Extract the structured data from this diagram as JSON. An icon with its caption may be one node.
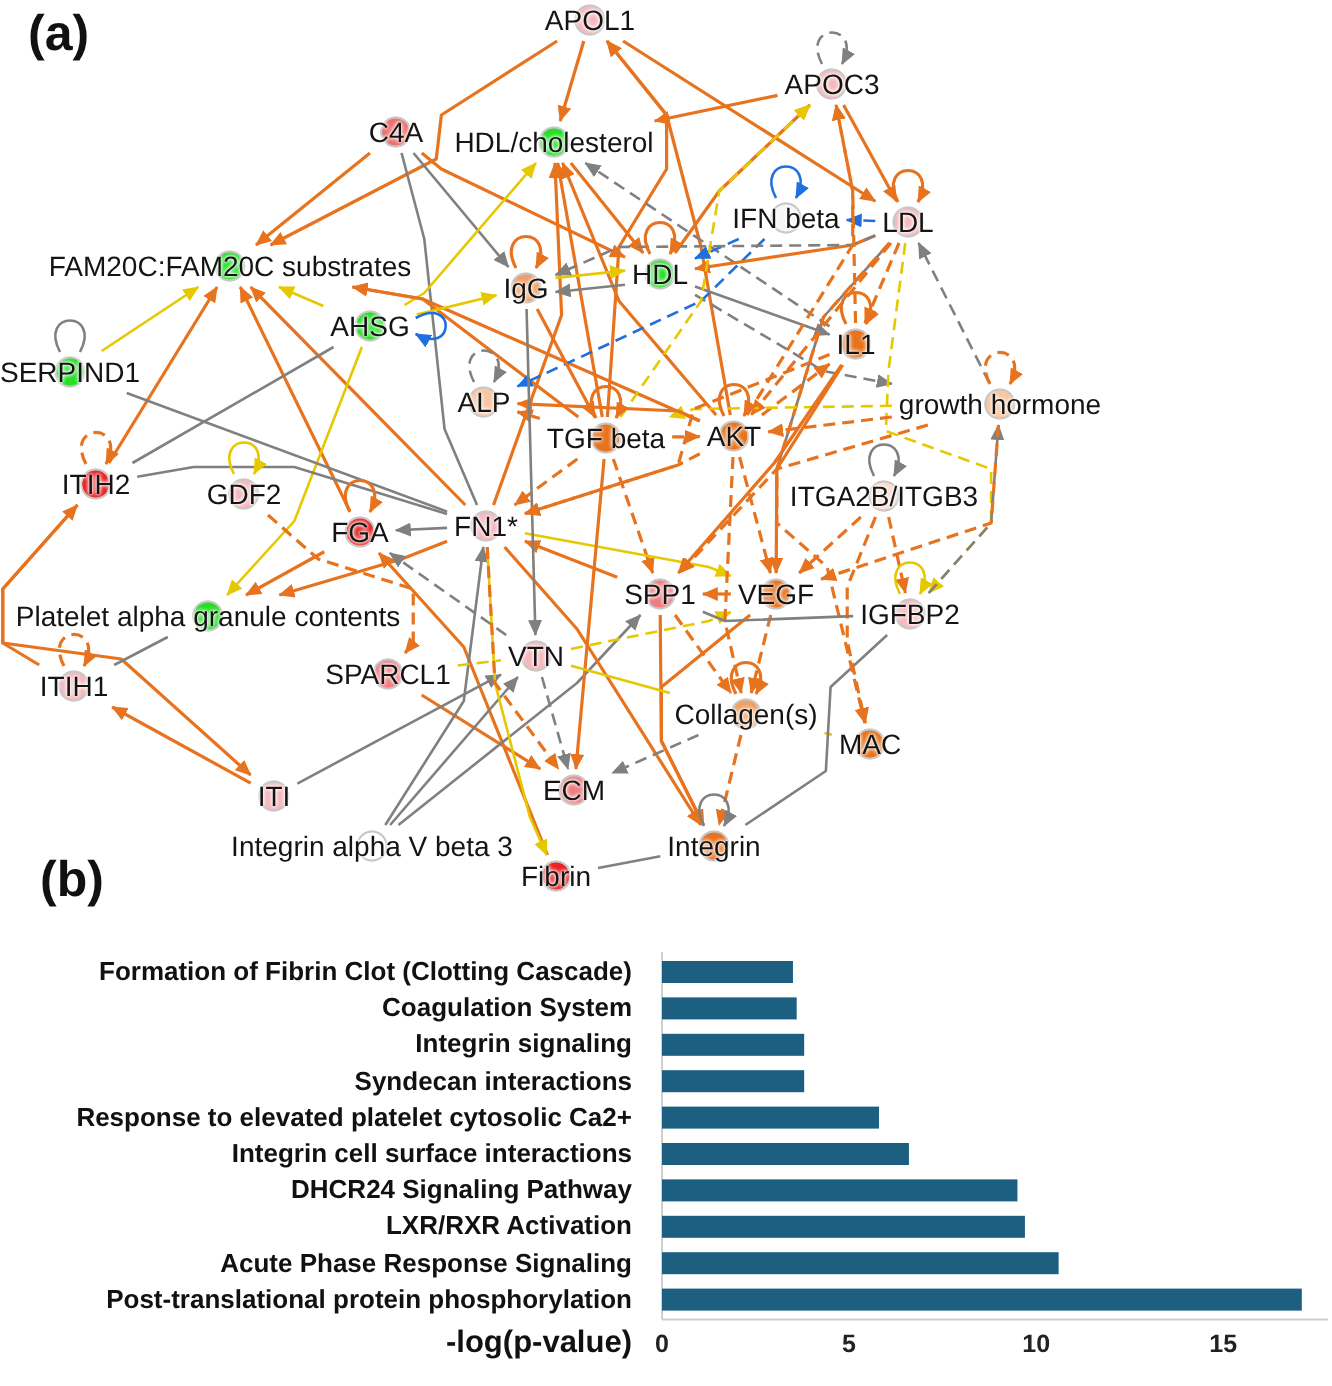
{
  "diagram": {
    "nodes": [
      {
        "text": [
          "APOL1"
        ]
      },
      {
        "text": [
          "APOC3"
        ]
      },
      {
        "text": [
          "C4A"
        ]
      },
      {
        "text": [
          "HDL/cholesterol"
        ]
      },
      {
        "text": [
          "IFN beta"
        ]
      },
      {
        "text": [
          "LDL"
        ]
      },
      {
        "text": [
          "FAM20C:FAM20C substrates"
        ]
      },
      {
        "text": [
          "IgG"
        ]
      },
      {
        "text": [
          "HDL"
        ]
      },
      {
        "text": [
          "AHSG"
        ]
      },
      {
        "text": [
          "IL1"
        ]
      },
      {
        "text": [
          "SERPIND1"
        ]
      },
      {
        "text": [
          "ALP"
        ]
      },
      {
        "text": [
          "growth hormone"
        ]
      },
      {
        "text": [
          "TGF beta"
        ]
      },
      {
        "text": [
          "AKT"
        ]
      },
      {
        "text": [
          "ITIH2"
        ]
      },
      {
        "text": [
          "GDF2"
        ]
      },
      {
        "text": [
          "ITGA2B/ITGB3"
        ]
      },
      {
        "text": [
          "FN1*"
        ]
      },
      {
        "text": [
          "FGA"
        ]
      },
      {
        "text": [
          "SPP1"
        ]
      },
      {
        "text": [
          "VEGF"
        ]
      },
      {
        "text": [
          "IGFBP2"
        ]
      },
      {
        "text": [
          "Platelet alpha granule contents"
        ]
      },
      {
        "text": [
          "VTN"
        ]
      },
      {
        "text": [
          "SPARCL1"
        ]
      },
      {
        "text": [
          "ITIH1"
        ]
      },
      {
        "text": [
          "Collagen(s)"
        ]
      },
      {
        "text": [
          "MAC"
        ]
      },
      {
        "text": [
          "ECM"
        ]
      },
      {
        "text": [
          "ITI"
        ]
      },
      {
        "text": [
          "Integrin"
        ]
      },
      {
        "text": [
          "Integrin alpha V beta 3"
        ]
      },
      {
        "text": [
          "Fibrin"
        ]
      }
    ],
    "edges": [
      {
        "from": 0,
        "to": 3,
        "arrow": "to"
      },
      {
        "from": 0,
        "to": 6,
        "arrow": "to"
      },
      {
        "from": 0,
        "to": 5,
        "arrow": "to"
      },
      {
        "from": 15,
        "to": 0,
        "arrow": "to"
      },
      {
        "from": 14,
        "to": 0,
        "arrow": "to"
      },
      {
        "from": 2,
        "to": 6,
        "arrow": "to"
      },
      {
        "from": 2,
        "to": 8,
        "arrow": "to"
      },
      {
        "from": 2,
        "to": 7,
        "arrow": "to",
        "color": "#808080"
      },
      {
        "from": 2,
        "to": 19,
        "arrow": "none",
        "color": "#808080"
      },
      {
        "from": 1,
        "to": 3,
        "arrow": "to"
      },
      {
        "from": 1,
        "to": 5,
        "arrow": "to"
      },
      {
        "from": 8,
        "to": 1,
        "arrow": "to"
      },
      {
        "from": 3,
        "to": 8,
        "arrow": "to"
      },
      {
        "from": 9,
        "to": 3,
        "arrow": "to",
        "color": "#e6c800"
      },
      {
        "from": 14,
        "to": 3,
        "arrow": "to"
      },
      {
        "from": 15,
        "to": 3,
        "arrow": "to"
      },
      {
        "from": 10,
        "to": 3,
        "arrow": "to",
        "style": "dashed",
        "color": "#808080"
      },
      {
        "from": 19,
        "to": 3,
        "arrow": "to"
      },
      {
        "from": 11,
        "to": 6,
        "arrow": "to",
        "color": "#e6c800"
      },
      {
        "from": 9,
        "to": 6,
        "arrow": "to",
        "color": "#e6c800"
      },
      {
        "from": 16,
        "to": 6,
        "arrow": "to"
      },
      {
        "from": 20,
        "to": 6,
        "arrow": "to"
      },
      {
        "from": 19,
        "to": 6,
        "arrow": "to"
      },
      {
        "from": 14,
        "to": 6,
        "arrow": "to"
      },
      {
        "from": 15,
        "to": 6,
        "arrow": "to"
      },
      {
        "from": 9,
        "to": 7,
        "arrow": "to",
        "color": "#e6c800"
      },
      {
        "from": 7,
        "to": 8,
        "arrow": "to",
        "color": "#e6c800"
      },
      {
        "from": 8,
        "to": 7,
        "arrow": "to",
        "color": "#808080"
      },
      {
        "from": 4,
        "to": 8,
        "arrow": "to",
        "style": "dashed",
        "color": "#1f6fe0"
      },
      {
        "from": 5,
        "to": 4,
        "arrow": "to",
        "style": "dashed",
        "color": "#1f6fe0"
      },
      {
        "from": 4,
        "to": 12,
        "arrow": "to",
        "style": "dashed",
        "color": "#1f6fe0"
      },
      {
        "from": 5,
        "to": 8,
        "arrow": "to"
      },
      {
        "from": 9,
        "to": 24,
        "arrow": "to",
        "color": "#e6c800"
      },
      {
        "from": 9,
        "to": 16,
        "arrow": "none",
        "color": "#808080"
      },
      {
        "from": 11,
        "to": 19,
        "arrow": "none",
        "color": "#808080"
      },
      {
        "from": 16,
        "to": 19,
        "arrow": "none",
        "color": "#808080"
      },
      {
        "from": 27,
        "to": 16,
        "arrow": "to"
      },
      {
        "from": 16,
        "to": 31,
        "arrow": "to"
      },
      {
        "from": 31,
        "to": 27,
        "arrow": "to"
      },
      {
        "from": 27,
        "to": 24,
        "arrow": "none",
        "color": "#808080"
      },
      {
        "from": 19,
        "to": 24,
        "arrow": "to"
      },
      {
        "from": 20,
        "to": 24,
        "arrow": "to"
      },
      {
        "from": 17,
        "to": 26,
        "arrow": "to",
        "style": "dashed"
      },
      {
        "from": 34,
        "to": 20,
        "arrow": "to"
      },
      {
        "from": 26,
        "to": 30,
        "arrow": "to"
      },
      {
        "from": 33,
        "to": 19,
        "arrow": "to",
        "color": "#808080"
      },
      {
        "from": 33,
        "to": 25,
        "arrow": "to",
        "color": "#808080"
      },
      {
        "from": 33,
        "to": 21,
        "arrow": "to",
        "color": "#808080"
      },
      {
        "from": 31,
        "to": 25,
        "arrow": "to",
        "color": "#808080"
      },
      {
        "from": 19,
        "to": 34,
        "arrow": "to",
        "color": "#e6c800"
      },
      {
        "from": 34,
        "to": 32,
        "arrow": "none",
        "color": "#808080"
      },
      {
        "from": 19,
        "to": 20,
        "arrow": "to",
        "color": "#808080"
      },
      {
        "from": 25,
        "to": 20,
        "arrow": "to",
        "style": "dashed",
        "color": "#808080"
      },
      {
        "from": 26,
        "to": 25,
        "arrow": "none",
        "style": "dashed",
        "color": "#e6c800"
      },
      {
        "from": 25,
        "to": 30,
        "arrow": "to",
        "style": "dashed",
        "color": "#808080"
      },
      {
        "from": 19,
        "to": 30,
        "arrow": "to",
        "style": "dashed"
      },
      {
        "from": 28,
        "to": 29,
        "arrow": "none",
        "style": "dashed",
        "color": "#e6c800"
      },
      {
        "from": 23,
        "to": 32,
        "arrow": "none",
        "color": "#808080"
      },
      {
        "from": 18,
        "to": 29,
        "arrow": "to",
        "style": "dashed"
      },
      {
        "from": 18,
        "to": 23,
        "arrow": "to",
        "style": "dashed"
      },
      {
        "from": 28,
        "to": 32,
        "arrow": "to",
        "style": "dashed"
      },
      {
        "from": 22,
        "to": 32,
        "arrow": "to"
      },
      {
        "from": 13,
        "to": 5,
        "arrow": "to",
        "style": "dashed",
        "color": "#808080"
      },
      {
        "from": 8,
        "to": 13,
        "arrow": "to",
        "style": "dashed",
        "color": "#808080"
      },
      {
        "from": 8,
        "to": 10,
        "arrow": "to",
        "color": "#808080"
      },
      {
        "from": 5,
        "to": 10,
        "arrow": "to",
        "style": "dashed"
      },
      {
        "from": 5,
        "to": 15,
        "arrow": "to",
        "style": "dashed"
      },
      {
        "from": 5,
        "to": 22,
        "arrow": "none",
        "color": "#808080"
      },
      {
        "from": 5,
        "to": 7,
        "arrow": "to",
        "style": "dashed",
        "color": "#808080"
      },
      {
        "from": 5,
        "to": 29,
        "arrow": "to",
        "style": "dashed"
      },
      {
        "from": 5,
        "to": 23,
        "arrow": "to",
        "style": "dashed",
        "color": "#e6c800"
      },
      {
        "from": 15,
        "to": 1,
        "arrow": "to",
        "style": "dashed"
      },
      {
        "from": 10,
        "to": 1,
        "arrow": "to",
        "style": "dashed"
      },
      {
        "from": 14,
        "to": 1,
        "arrow": "to",
        "style": "dashed",
        "color": "#e6c800"
      },
      {
        "from": 15,
        "to": 10,
        "arrow": "to",
        "style": "dashed"
      },
      {
        "from": 13,
        "to": 15,
        "arrow": "to",
        "style": "dashed"
      },
      {
        "from": 13,
        "to": 14,
        "arrow": "to",
        "style": "dashed",
        "color": "#e6c800"
      },
      {
        "from": 23,
        "to": 13,
        "arrow": "to",
        "style": "dashed",
        "color": "#808080"
      },
      {
        "from": 10,
        "to": 22,
        "arrow": "to"
      },
      {
        "from": 14,
        "to": 15,
        "arrow": "to",
        "style": "dashed"
      },
      {
        "from": 15,
        "to": 22,
        "arrow": "to",
        "style": "dashed"
      },
      {
        "from": 14,
        "to": 21,
        "arrow": "to",
        "style": "dashed"
      },
      {
        "from": 22,
        "to": 21,
        "arrow": "to"
      },
      {
        "from": 21,
        "to": 19,
        "arrow": "to"
      },
      {
        "from": 14,
        "to": 19,
        "arrow": "to",
        "style": "dashed"
      },
      {
        "from": 15,
        "to": 19,
        "arrow": "to",
        "style": "dashed"
      },
      {
        "from": 14,
        "to": 12,
        "arrow": "to",
        "style": "dashed"
      },
      {
        "from": 15,
        "to": 12,
        "arrow": "to"
      },
      {
        "from": 19,
        "to": 22,
        "arrow": "to",
        "color": "#e6c800"
      },
      {
        "from": 25,
        "to": 22,
        "arrow": "to",
        "style": "dashed",
        "color": "#e6c800"
      },
      {
        "from": 21,
        "to": 28,
        "arrow": "to",
        "style": "dashed"
      },
      {
        "from": 22,
        "to": 28,
        "arrow": "to",
        "style": "dashed"
      },
      {
        "from": 15,
        "to": 28,
        "arrow": "to",
        "style": "dashed"
      },
      {
        "from": 14,
        "to": 30,
        "arrow": "to"
      },
      {
        "from": 21,
        "to": 32,
        "arrow": "to"
      },
      {
        "from": 19,
        "to": 32,
        "arrow": "to"
      },
      {
        "from": 25,
        "to": 28,
        "arrow": "none",
        "color": "#e6c800"
      },
      {
        "from": 28,
        "to": 30,
        "arrow": "to",
        "style": "dashed",
        "color": "#808080"
      },
      {
        "from": 7,
        "to": 14,
        "arrow": "to"
      },
      {
        "from": 21,
        "to": 23,
        "arrow": "none",
        "color": "#808080"
      },
      {
        "from": 7,
        "to": 25,
        "arrow": "to",
        "color": "#808080"
      },
      {
        "from": 13,
        "to": 22,
        "arrow": "to",
        "style": "dashed"
      },
      {
        "from": 13,
        "to": 21,
        "arrow": "to",
        "style": "dashed"
      },
      {
        "from": 10,
        "to": 21,
        "arrow": "to"
      },
      {
        "from": 10,
        "to": 19,
        "arrow": "to",
        "style": "dashed"
      },
      {
        "from": 18,
        "to": 22,
        "arrow": "to",
        "style": "dashed"
      },
      {
        "from": 11,
        "to": 11,
        "arrow": "none",
        "color": "#808080"
      },
      {
        "from": 9,
        "to": 9,
        "arrow": "to",
        "color": "#1f6fe0"
      },
      {
        "from": 4,
        "to": 4,
        "arrow": "to",
        "color": "#1f6fe0"
      },
      {
        "from": 5,
        "to": 5,
        "arrow": "to"
      },
      {
        "from": 1,
        "to": 1,
        "arrow": "to",
        "style": "dashed",
        "color": "#808080"
      },
      {
        "from": 8,
        "to": 8,
        "arrow": "to"
      },
      {
        "from": 10,
        "to": 10,
        "arrow": "to"
      },
      {
        "from": 13,
        "to": 13,
        "arrow": "to",
        "style": "dashed"
      },
      {
        "from": 18,
        "to": 18,
        "arrow": "to",
        "color": "#808080"
      },
      {
        "from": 23,
        "to": 23,
        "arrow": "to",
        "color": "#e6c800"
      },
      {
        "from": 27,
        "to": 27,
        "arrow": "to",
        "style": "dashed"
      },
      {
        "from": 17,
        "to": 17,
        "arrow": "to",
        "color": "#e6c800"
      },
      {
        "from": 20,
        "to": 20,
        "arrow": "to"
      },
      {
        "from": 12,
        "to": 12,
        "arrow": "to",
        "style": "dashed",
        "color": "#808080"
      },
      {
        "from": 7,
        "to": 7,
        "arrow": "to"
      },
      {
        "from": 14,
        "to": 14,
        "arrow": "to"
      },
      {
        "from": 15,
        "to": 15,
        "arrow": "to"
      },
      {
        "from": 28,
        "to": 28,
        "arrow": "to"
      },
      {
        "from": 32,
        "to": 32,
        "arrow": "to",
        "color": "#808080"
      },
      {
        "from": 16,
        "to": 16,
        "arrow": "to",
        "style": "dashed"
      }
    ],
    "labels": [
      "(a)",
      "(b)"
    ],
    "chart_data": {
      "type": "bar",
      "orientation": "horizontal",
      "xlabel": "-log(p-value)",
      "categories": [
        "Formation of Fibrin Clot (Clotting Cascade)",
        "Coagulation System",
        "Integrin signaling",
        "Syndecan interactions",
        "Response to elevated platelet cytosolic Ca2+",
        "Integrin cell surface interactions",
        "DHCR24 Signaling Pathway",
        "LXR/RXR Activation",
        "Acute Phase Response Signaling",
        "Post-translational protein phosphorylation"
      ],
      "series": [
        {
          "color": "#1d5f80",
          "values": [
            3.5,
            3.6,
            3.8,
            3.8,
            5.8,
            6.6,
            9.5,
            9.7,
            10.6,
            17.1
          ]
        }
      ],
      "xlim": [
        0,
        17.8
      ],
      "xticks": [
        0,
        5,
        10,
        15
      ]
    }
  }
}
